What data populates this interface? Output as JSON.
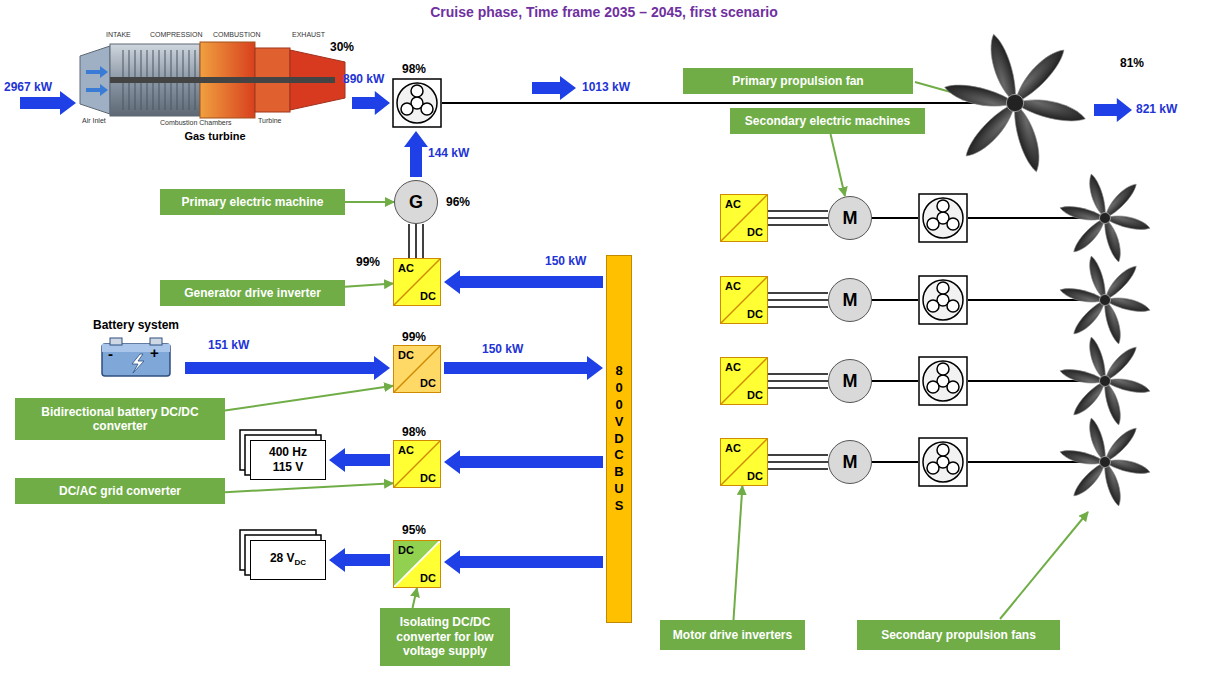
{
  "diagram": {
    "title": "Cruise phase, Time frame 2035 – 2045, first scenario",
    "nodes": [
      {
        "text": [
          "Gas turbine"
        ]
      },
      {
        "text": [
          "Primary propulsion fan"
        ]
      },
      {
        "text": [
          "G"
        ]
      },
      {
        "text": [
          "Primary electric machine"
        ]
      },
      {
        "text": [
          "Secondary electric machines"
        ]
      },
      {
        "text": [
          "AC",
          "DC"
        ]
      },
      {
        "text": [
          "M"
        ]
      },
      {
        "text": [
          "AC",
          "DC"
        ]
      },
      {
        "text": [
          "Generator drive inverter"
        ]
      },
      {
        "text": [
          "800V DC BUS"
        ]
      },
      {
        "text": [
          "AC",
          "DC"
        ]
      },
      {
        "text": [
          "M"
        ]
      },
      {
        "text": [
          "Battery system"
        ]
      },
      {
        "text": [
          "DC",
          "DC"
        ]
      },
      {
        "text": [
          "AC",
          "DC"
        ]
      },
      {
        "text": [
          "M"
        ]
      },
      {
        "text": [
          "Bidirectional battery DC/DC converter"
        ]
      },
      {
        "text": [
          "AC",
          "DC"
        ]
      },
      {
        "text": [
          "M"
        ]
      },
      {
        "text": [
          "400 Hz 115 V"
        ]
      },
      {
        "text": [
          "AC",
          "DC"
        ]
      },
      {
        "text": [
          "DC/AC grid converter"
        ]
      },
      {
        "text": [
          "28 V",
          "DC"
        ]
      },
      {
        "text": [
          "DC",
          "DC"
        ]
      },
      {
        "text": [
          "Isolating DC/DC converter for low voltage supply"
        ]
      },
      {
        "text": [
          "Motor drive inverters"
        ]
      },
      {
        "text": [
          "Secondary propulsion fans"
        ]
      }
    ],
    "edges": [
      {
        "from": 3,
        "to": 2,
        "arrow": "to"
      },
      {
        "from": 2,
        "to": 7,
        "arrow": "none"
      },
      {
        "from": 9,
        "to": 7,
        "arrow": "to",
        "label": "150 kW"
      },
      {
        "from": 8,
        "to": 7,
        "arrow": "to"
      },
      {
        "from": 12,
        "to": 13,
        "arrow": "to",
        "label": "151 kW"
      },
      {
        "from": 13,
        "to": 9,
        "arrow": "to",
        "label": "150 kW"
      },
      {
        "from": 16,
        "to": 13,
        "arrow": "to"
      },
      {
        "from": 9,
        "to": 20,
        "arrow": "to"
      },
      {
        "from": 20,
        "to": 19,
        "arrow": "to"
      },
      {
        "from": 21,
        "to": 20,
        "arrow": "to"
      },
      {
        "from": 9,
        "to": 23,
        "arrow": "to"
      },
      {
        "from": 23,
        "to": 22,
        "arrow": "to"
      },
      {
        "from": 24,
        "to": 23,
        "arrow": "to"
      },
      {
        "from": 4,
        "to": 6,
        "arrow": "to"
      },
      {
        "from": 5,
        "to": 6,
        "arrow": "none"
      },
      {
        "from": 10,
        "to": 11,
        "arrow": "none"
      },
      {
        "from": 14,
        "to": 15,
        "arrow": "none"
      },
      {
        "from": 17,
        "to": 18,
        "arrow": "none"
      },
      {
        "from": 25,
        "to": 17,
        "arrow": "to"
      }
    ],
    "labels": [
      "30%",
      "INTAKE",
      "COMPRESSION",
      "COMBUSTION",
      "EXHAUST",
      "Air Inlet",
      "Combustion Chambers",
      "Turbine",
      "2967 kW",
      "890 kW",
      "98%",
      "1013 kW",
      "81%",
      "821 kW",
      "144 kW",
      "96%",
      "99%",
      "-",
      "+",
      "99%",
      "98%",
      "95%"
    ]
  }
}
